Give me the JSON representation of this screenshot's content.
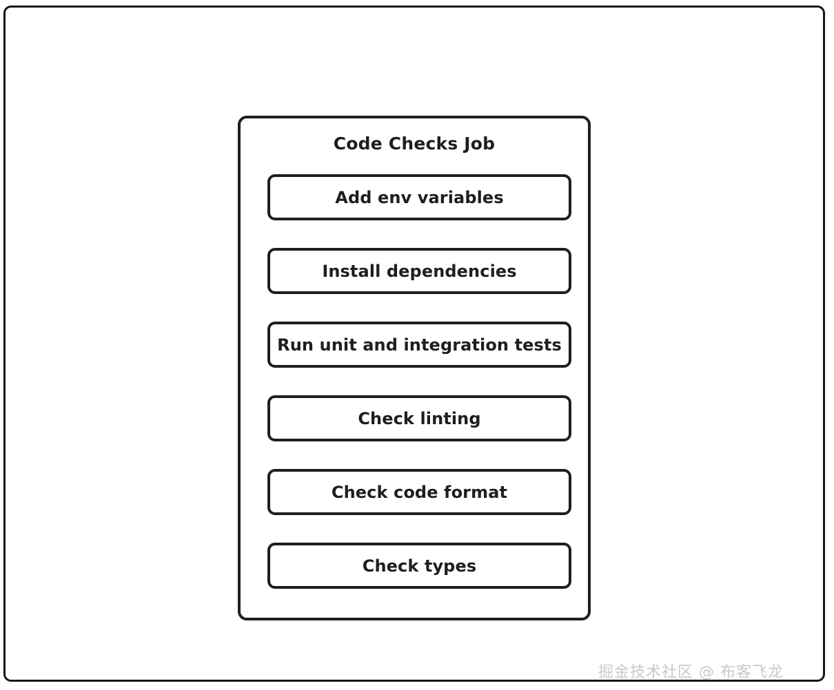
{
  "canvas": {
    "background_color": "#ffffff",
    "frame_stroke_color": "#161616"
  },
  "diagram": {
    "type": "flowchart-container",
    "title": "Code Checks Job",
    "stroke_color": "#1e1e1e",
    "fill_color": "#ffffff",
    "steps": [
      {
        "label": "Add env variables"
      },
      {
        "label": "Install dependencies"
      },
      {
        "label": "Run unit and integration tests"
      },
      {
        "label": "Check linting"
      },
      {
        "label": "Check code format"
      },
      {
        "label": "Check types"
      }
    ]
  },
  "watermark": {
    "text": "掘金技术社区 @ 布客飞龙",
    "color": "#c9c9c9"
  }
}
